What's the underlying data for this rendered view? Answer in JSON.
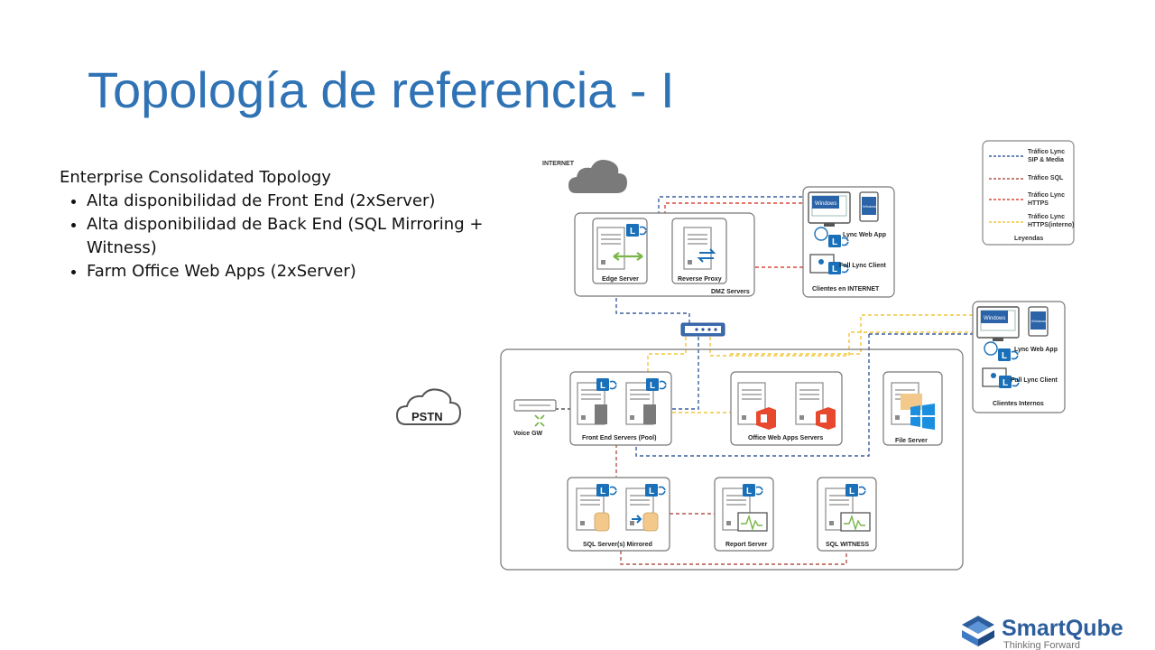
{
  "slide": {
    "title": "Topología de referencia - I",
    "heading": "Enterprise Consolidated Topology",
    "bullets": [
      "Alta disponibilidad de Front End (2xServer)",
      "Alta disponibilidad de Back End (SQL Mirroring + Witness)",
      "Farm Office Web Apps (2xServer)"
    ]
  },
  "diagram": {
    "internet": "INTERNET",
    "edge_server": "Edge Server",
    "reverse_proxy": "Reverse Proxy",
    "dmz_servers": "DMZ Servers",
    "windows_top": "Windows",
    "windows_tablet_top": "Windows",
    "lync_web_app_top": "Lync Web App",
    "full_lync_client_top": "Full Lync Client",
    "clientes_internet": "Clientes en INTERNET",
    "windows_int": "Windows",
    "windows_tablet_int": "Windows",
    "lync_web_app_int": "Lync Web App",
    "full_lync_client_int": "Full Lync Client",
    "clientes_internos": "Clientes Internos",
    "pstn": "PSTN",
    "voice_gw": "Voice GW",
    "front_end": "Front End Servers (Pool)",
    "office_web_apps": "Office Web Apps Servers",
    "file_server": "File Server",
    "sql_mirrored": "SQL Server(s) Mirrored",
    "report_server": "Report Server",
    "sql_witness": "SQL WITNESS",
    "legend": {
      "title": "Leyendas",
      "items": [
        {
          "label1": "Tráfico Lync",
          "label2": "SIP & Media",
          "color": "#3b5f9e"
        },
        {
          "label1": "Tráfico SQL",
          "label2": "",
          "color": "#b0574a"
        },
        {
          "label1": "Tráfico Lync",
          "label2": "HTTPS",
          "color": "#d84a3c"
        },
        {
          "label1": "Tráfico Lync",
          "label2": "HTTPS(interno)",
          "color": "#f2c53a"
        }
      ]
    }
  },
  "brand": {
    "name": "SmartQube",
    "tagline": "Thinking Forward",
    "color": "#2c5d9c"
  }
}
